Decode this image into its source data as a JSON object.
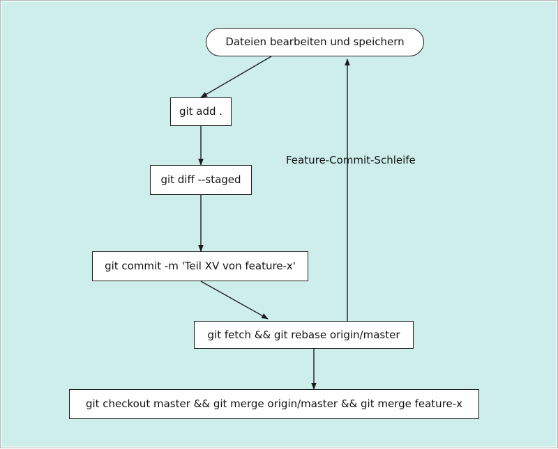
{
  "diagram": {
    "nodes": {
      "edit": "Dateien bearbeiten und speichern",
      "add": "git add .",
      "diff": "git diff --staged",
      "commit": "git commit -m 'Teil XV von feature-x'",
      "rebase": "git fetch && git rebase origin/master",
      "merge": "git checkout master && git merge origin/master && git merge feature-x"
    },
    "edges": {
      "loop_label": "Feature-Commit-Schleife"
    }
  }
}
